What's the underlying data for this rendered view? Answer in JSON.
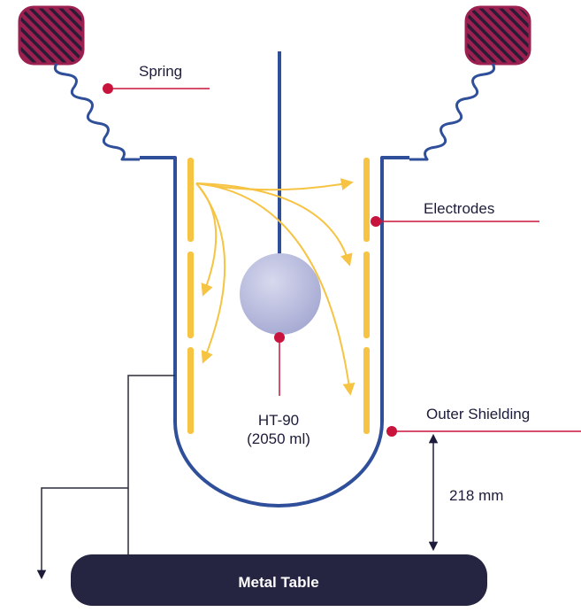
{
  "labels": {
    "spring": "Spring",
    "electrodes": "Electrodes",
    "outer_shielding": "Outer Shielding",
    "sample_name": "HT-90",
    "sample_volume": "(2050 ml)",
    "distance": "218 mm",
    "table": "Metal Table"
  },
  "colors": {
    "vessel": "#2f4f9a",
    "electrode": "#f6c342",
    "field_lines": "#f6c342",
    "leader_lines": "#c8143c",
    "weight_fill": "#9b1f4f",
    "sphere": "#b9bdde",
    "table": "#262541",
    "ground_wire": "#2b2b3a"
  }
}
